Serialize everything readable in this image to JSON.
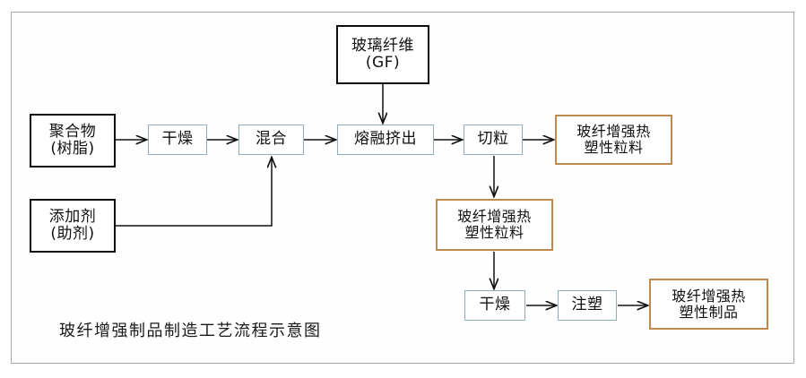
{
  "diagram": {
    "caption": "玻纤增强制品制造工艺流程示意图",
    "colors": {
      "background": "#ffffff",
      "frame_border": "#a9a9ad",
      "source_border": "#0d0d0d",
      "process_border": "#8fadbd",
      "product_border": "#c08a4e",
      "arrow": "#111111",
      "text": "#101010"
    },
    "nodes": {
      "glass_fiber": {
        "line1": "玻璃纤维",
        "line2": "(GF)",
        "kind": "source"
      },
      "polymer": {
        "line1": "聚合物",
        "line2": "(树脂)",
        "kind": "source"
      },
      "additive": {
        "line1": "添加剂",
        "line2": "(助剂)",
        "kind": "source"
      },
      "drying_1": {
        "line1": "干燥",
        "kind": "process"
      },
      "mixing": {
        "line1": "混合",
        "kind": "process"
      },
      "melt_extrusion": {
        "line1": "熔融挤出",
        "kind": "process"
      },
      "pelletizing": {
        "line1": "切粒",
        "kind": "process"
      },
      "drying_2": {
        "line1": "干燥",
        "kind": "process"
      },
      "injection_molding": {
        "line1": "注塑",
        "kind": "process"
      },
      "pellet_product_right": {
        "line1": "玻纤增强热",
        "line2": "塑性粒料",
        "kind": "product"
      },
      "pellet_product_mid": {
        "line1": "玻纤增强热",
        "line2": "塑性粒料",
        "kind": "product"
      },
      "final_product": {
        "line1": "玻纤增强热",
        "line2": "塑性制品",
        "kind": "product"
      }
    },
    "edges": [
      {
        "from": "polymer",
        "to": "drying_1"
      },
      {
        "from": "drying_1",
        "to": "mixing"
      },
      {
        "from": "mixing",
        "to": "melt_extrusion"
      },
      {
        "from": "glass_fiber",
        "to": "melt_extrusion"
      },
      {
        "from": "additive",
        "to": "mixing"
      },
      {
        "from": "melt_extrusion",
        "to": "pelletizing"
      },
      {
        "from": "pelletizing",
        "to": "pellet_product_right"
      },
      {
        "from": "pelletizing",
        "to": "pellet_product_mid"
      },
      {
        "from": "pellet_product_mid",
        "to": "drying_2"
      },
      {
        "from": "drying_2",
        "to": "injection_molding"
      },
      {
        "from": "injection_molding",
        "to": "final_product"
      }
    ]
  }
}
